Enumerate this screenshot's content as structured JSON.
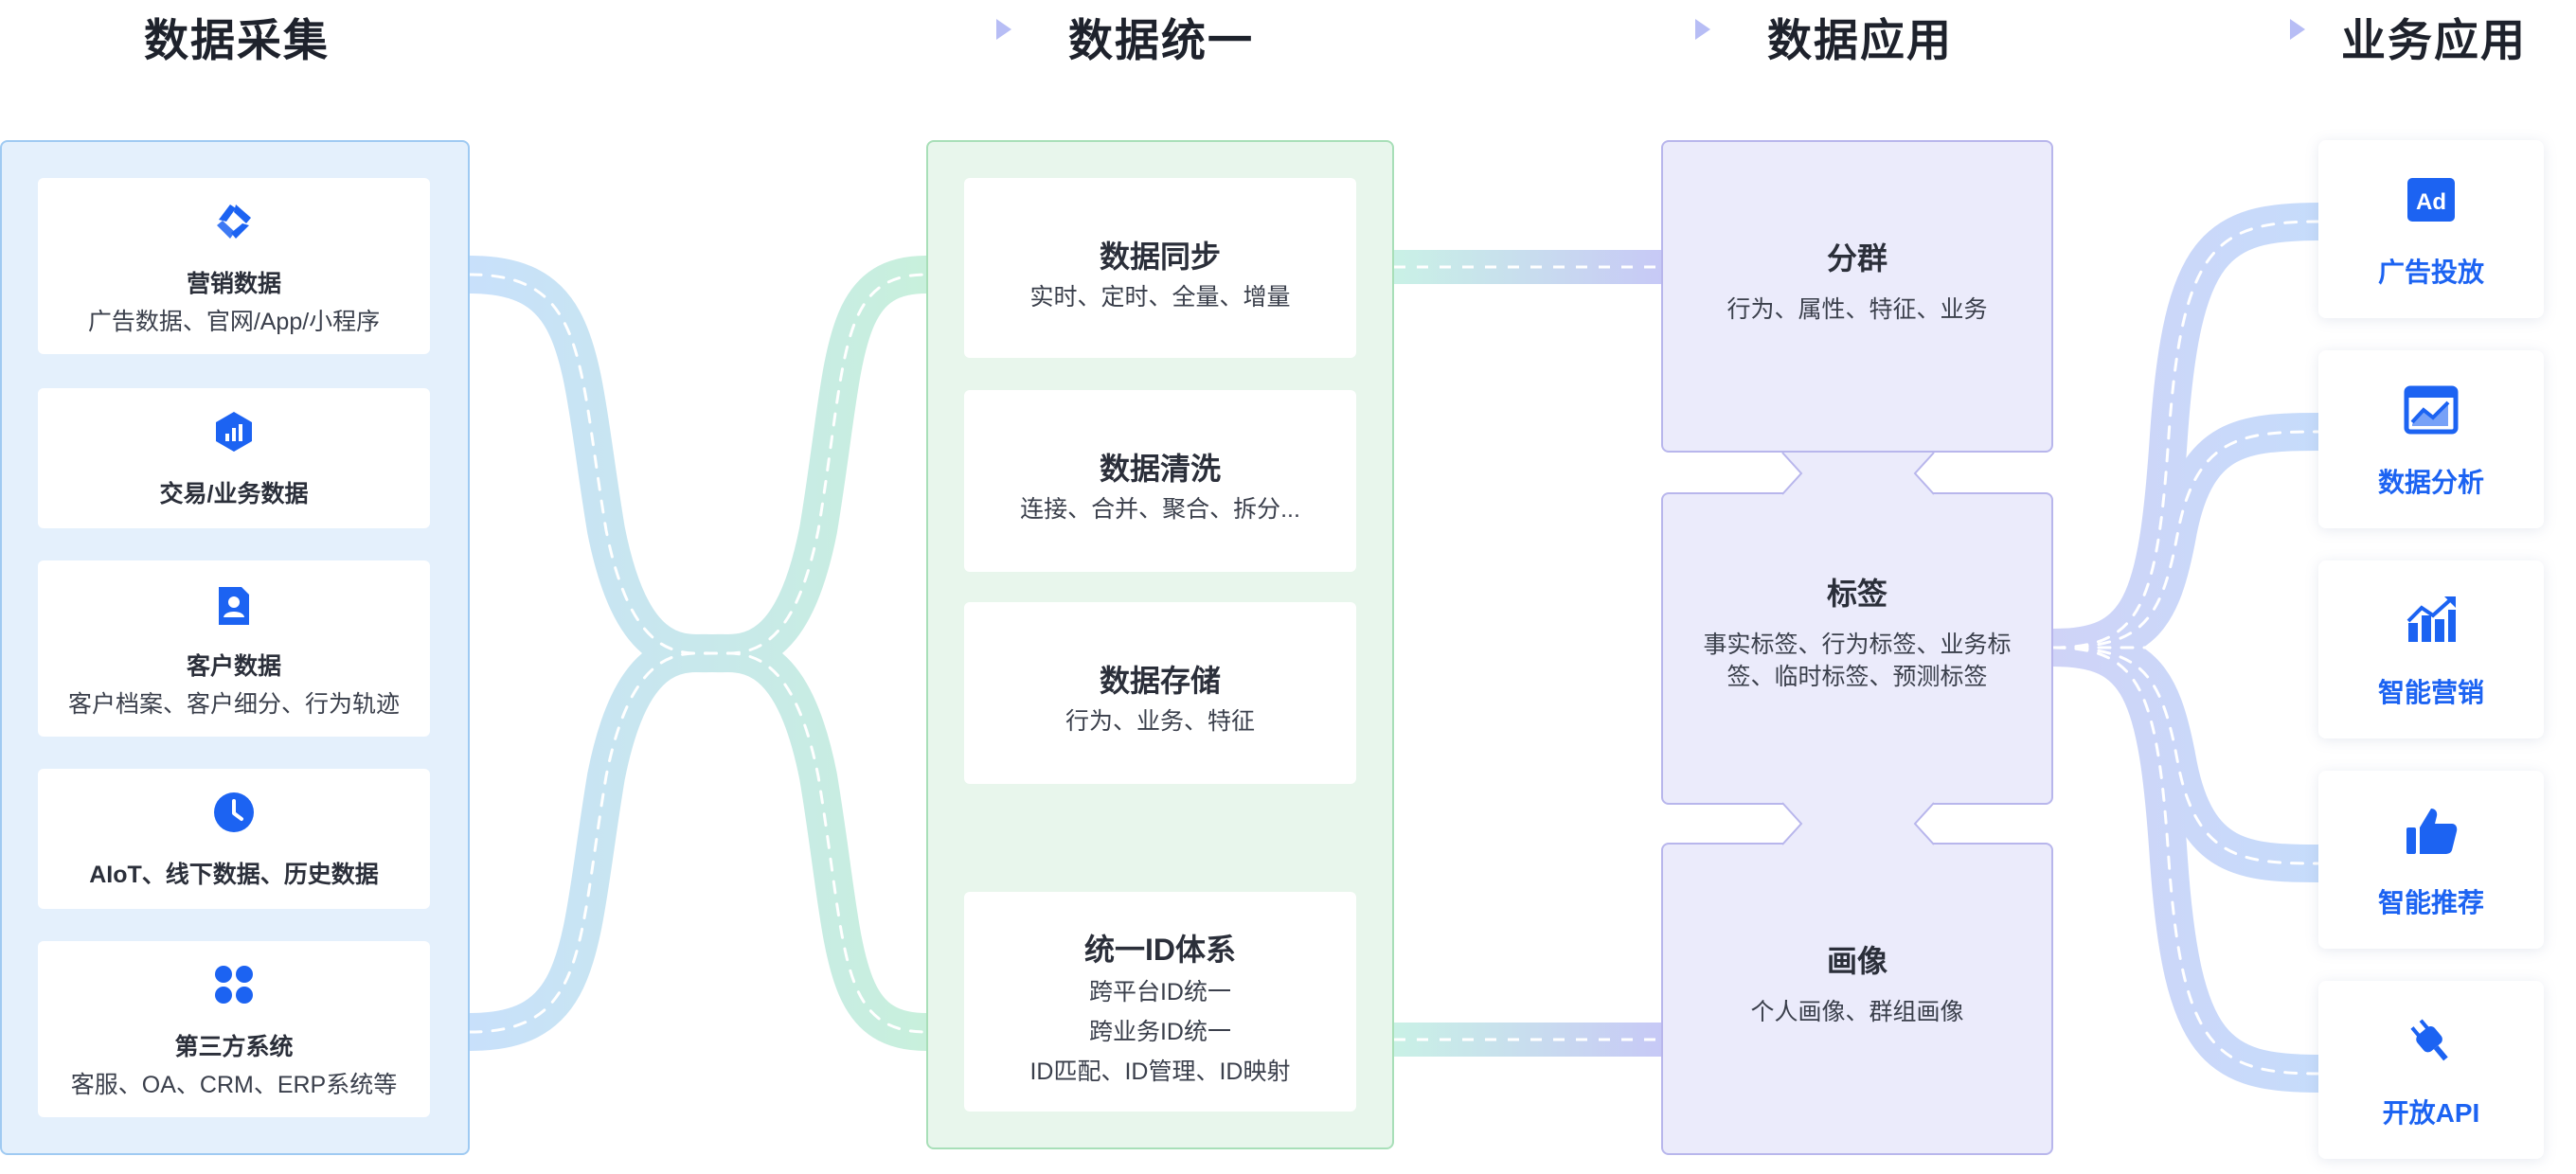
{
  "stages": {
    "collect": "数据采集",
    "unify": "数据统一",
    "apply": "数据应用",
    "business": "业务应用"
  },
  "sources": [
    {
      "icon": "marketing-data-icon",
      "title": "营销数据",
      "subtitle": "广告数据、官网/App/小程序"
    },
    {
      "icon": "transaction-data-icon",
      "title": "交易/业务数据",
      "subtitle": ""
    },
    {
      "icon": "customer-data-icon",
      "title": "客户数据",
      "subtitle": "客户档案、客户细分、行为轨迹"
    },
    {
      "icon": "clock-icon",
      "title": "AIoT、线下数据、历史数据",
      "subtitle": ""
    },
    {
      "icon": "third-party-icon",
      "title": "第三方系统",
      "subtitle": "客服、OA、CRM、ERP系统等"
    }
  ],
  "unify": [
    {
      "title": "数据同步",
      "lines": [
        "实时、定时、全量、增量"
      ]
    },
    {
      "title": "数据清洗",
      "lines": [
        "连接、合并、聚合、拆分..."
      ]
    },
    {
      "title": "数据存储",
      "lines": [
        "行为、业务、特征"
      ]
    },
    {
      "title": "统一ID体系",
      "lines": [
        "跨平台ID统一",
        "跨业务ID统一",
        "ID匹配、ID管理、ID映射"
      ]
    }
  ],
  "apply": [
    {
      "title": "分群",
      "desc": "行为、属性、特征、业务"
    },
    {
      "title": "标签",
      "desc": "事实标签、行为标签、业务标签、临时标签、预测标签"
    },
    {
      "title": "画像",
      "desc": "个人画像、群组画像"
    }
  ],
  "business": [
    {
      "icon": "ad-icon",
      "label": "广告投放"
    },
    {
      "icon": "data-analysis-icon",
      "label": "数据分析"
    },
    {
      "icon": "smart-marketing-icon",
      "label": "智能营销"
    },
    {
      "icon": "thumbs-up-icon",
      "label": "智能推荐"
    },
    {
      "icon": "plug-icon",
      "label": "开放API"
    }
  ],
  "colors": {
    "accent": "#1c63f2",
    "collect_panel": "#e4f0fc",
    "unify_panel": "#e8f6ec",
    "apply_block": "#ebebfb",
    "road_blue": "#c9e1fa",
    "road_green": "#cdf1e0",
    "road_purple": "#c6ccf7"
  }
}
